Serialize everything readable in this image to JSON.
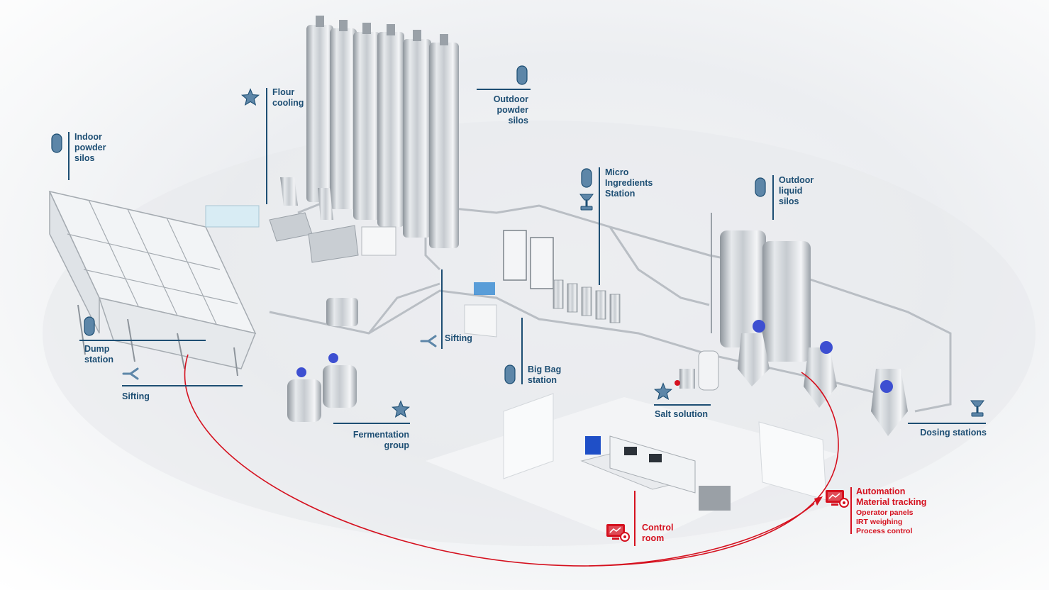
{
  "colors": {
    "label_blue": "#1d4e73",
    "icon_blue": "#5d86a8",
    "accent_red": "#d5111f",
    "steel": "#b8bdc3"
  },
  "labels": {
    "indoor_powder_silos": [
      "Indoor",
      "powder",
      "silos"
    ],
    "flour_cooling": [
      "Flour",
      "cooling"
    ],
    "outdoor_powder_silos": [
      "Outdoor",
      "powder",
      "silos"
    ],
    "micro_ingredients_station": [
      "Micro",
      "Ingredients",
      "Station"
    ],
    "outdoor_liquid_silos": [
      "Outdoor",
      "liquid",
      "silos"
    ],
    "dump_station": [
      "Dump",
      "station"
    ],
    "sifting_left": "Sifting",
    "sifting_center": "Sifting",
    "big_bag_station": [
      "Big Bag",
      "station"
    ],
    "fermentation_group": [
      "Fermentation",
      "group"
    ],
    "salt_solution": "Salt solution",
    "dosing_stations": "Dosing stations",
    "control_room": [
      "Control",
      "room"
    ],
    "automation": {
      "title": [
        "Automation",
        "Material tracking"
      ],
      "items": [
        "Operator panels",
        "IRT weighing",
        "Process control"
      ]
    }
  },
  "icons": {
    "silo": "silo-icon",
    "star": "star-icon",
    "sifting": "sifting-icon",
    "scale": "scale-icon",
    "control_panel": "control-panel-icon"
  }
}
